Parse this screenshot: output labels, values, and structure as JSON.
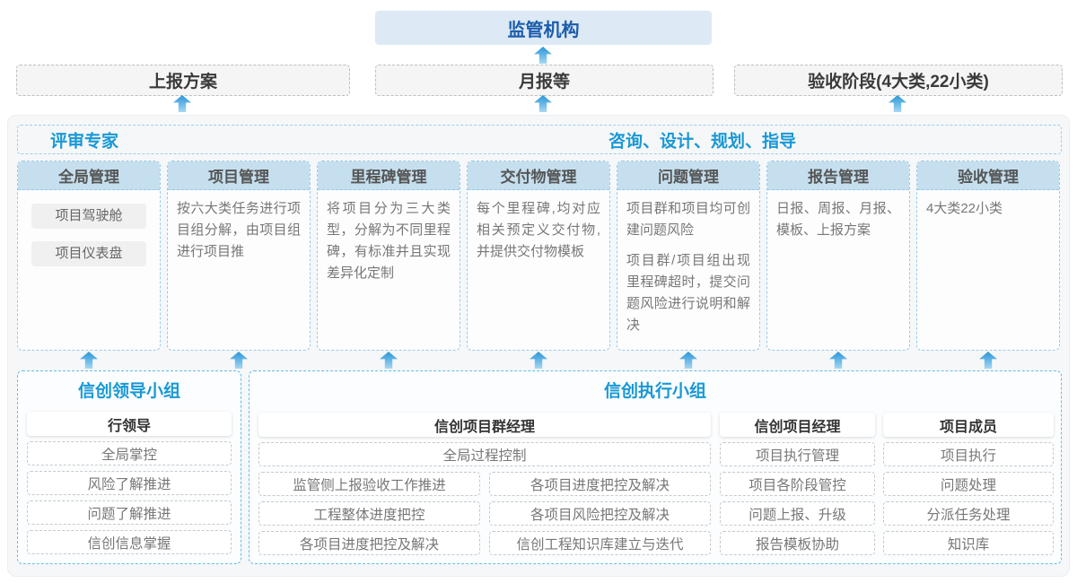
{
  "top": {
    "regulator": "监管机构",
    "report_plan": "上报方案",
    "monthly_report": "月报等",
    "acceptance_stage": "验收阶段(4大类,22小类)"
  },
  "panel": {
    "left_role": "评审专家",
    "right_role": "咨询、设计、规划、指导",
    "columns": [
      {
        "title": "全局管理",
        "buttons": [
          "项目驾驶舱",
          "项目仪表盘"
        ]
      },
      {
        "title": "项目管理",
        "p1": "按六大类任务进行项目组分解，由项目组进行项目推"
      },
      {
        "title": "里程碑管理",
        "p1": "将项目分为三大类型，分解为不同里程碑，有标准并且实现差异化定制"
      },
      {
        "title": "交付物管理",
        "p1": "每个里程碑,均对应相关预定义交付物,并提供交付物模板"
      },
      {
        "title": "问题管理",
        "p1": "项目群和项目均可创建问题风险",
        "p2": "项目群/项目组出现里程碑超时，提交问题风险进行说明和解决"
      },
      {
        "title": "报告管理",
        "p1": "日报、周报、月报、模板、上报方案"
      },
      {
        "title": "验收管理",
        "p1": "4大类22小类"
      }
    ]
  },
  "groups": {
    "leader": {
      "title": "信创领导小组",
      "role": "行领导",
      "items": [
        "全局掌控",
        "风险了解推进",
        "问题了解推进",
        "信创信息掌握"
      ]
    },
    "executor": {
      "title": "信创执行小组",
      "pgm": {
        "role": "信创项目群经理",
        "full_item": "全局过程控制",
        "left_items": [
          "监管侧上报验收工作推进",
          "工程整体进度把控",
          "各项目进度把控及解决"
        ],
        "right_items": [
          "各项目进度把控及解决",
          "各项目风险把控及解决",
          "信创工程知识库建立与迭代"
        ]
      },
      "pm": {
        "role": "信创项目经理",
        "items": [
          "项目执行管理",
          "项目各阶段管控",
          "问题上报、升级",
          "报告模板协助"
        ]
      },
      "member": {
        "role": "项目成员",
        "items": [
          "项目执行",
          "问题处理",
          "分派任务处理",
          "知识库"
        ]
      }
    }
  },
  "colors": {
    "accent_blue": "#1898d5",
    "dark_blue": "#1b5cab",
    "regulator_bg": "#dde9f5",
    "column_header_bg": "#c5dfee",
    "dashed_blue": "#96cbea",
    "arrow_blue": "#2e95d5"
  }
}
